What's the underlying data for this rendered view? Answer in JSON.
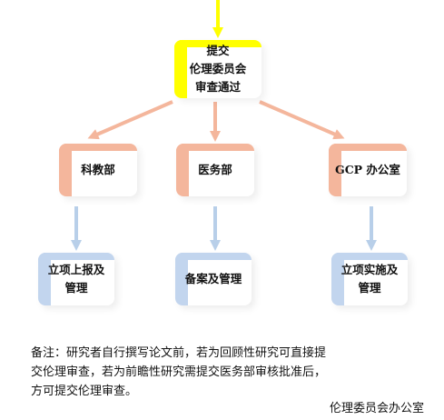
{
  "flowchart": {
    "top": {
      "lines": [
        "提交",
        "伦理委员会",
        "审查通过"
      ]
    },
    "departments": [
      {
        "label": "科教部"
      },
      {
        "label": "医务部"
      },
      {
        "label": "GCP 办公室"
      }
    ],
    "outcomes": [
      {
        "lines": [
          "立项上报及",
          "管理"
        ]
      },
      {
        "lines": [
          "备案及管理"
        ]
      },
      {
        "lines": [
          "立项实施及",
          "管理"
        ]
      }
    ],
    "colors": {
      "top_accent": "#ffff00",
      "department_accent": "#f4b69c",
      "outcome_accent": "#c2d5ee",
      "arrow_top": "#ffff00",
      "arrow_orange": "#f4b69c",
      "arrow_blue": "#b8cfe9"
    }
  },
  "note": {
    "lines": [
      "备注：研究者自行撰写论文前，若为回顾性研究可直接提",
      "交伦理审查，若为前瞻性研究需提交医务部审核批准后，",
      "方可提交伦理审查。"
    ]
  },
  "signature": "伦理委员会办公室"
}
